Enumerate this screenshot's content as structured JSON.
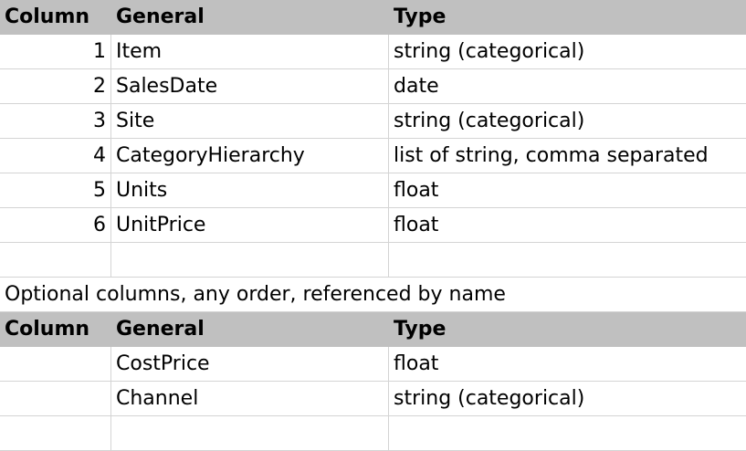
{
  "required_header": {
    "col1": "Column",
    "col2": "General",
    "col3": "Type"
  },
  "required_rows": [
    {
      "col1": "1",
      "col2": "Item",
      "col3": "string (categorical)"
    },
    {
      "col1": "2",
      "col2": "SalesDate",
      "col3": "date"
    },
    {
      "col1": "3",
      "col2": "Site",
      "col3": "string (categorical)"
    },
    {
      "col1": "4",
      "col2": "CategoryHierarchy",
      "col3": "list of string, comma separated"
    },
    {
      "col1": "5",
      "col2": "Units",
      "col3": "float"
    },
    {
      "col1": "6",
      "col2": "UnitPrice",
      "col3": "float"
    },
    {
      "col1": "",
      "col2": "",
      "col3": ""
    }
  ],
  "optional_note": "Optional columns, any order, referenced by name",
  "optional_header": {
    "col1": "Column",
    "col2": "General",
    "col3": "Type"
  },
  "optional_rows": [
    {
      "col1": "",
      "col2": "CostPrice",
      "col3": "float"
    },
    {
      "col1": "",
      "col2": "Channel",
      "col3": "string (categorical)"
    },
    {
      "col1": "",
      "col2": "",
      "col3": ""
    }
  ],
  "colors": {
    "header_bg": "#c0c0c0",
    "grid": "#d4d4d4",
    "text": "#000000"
  }
}
